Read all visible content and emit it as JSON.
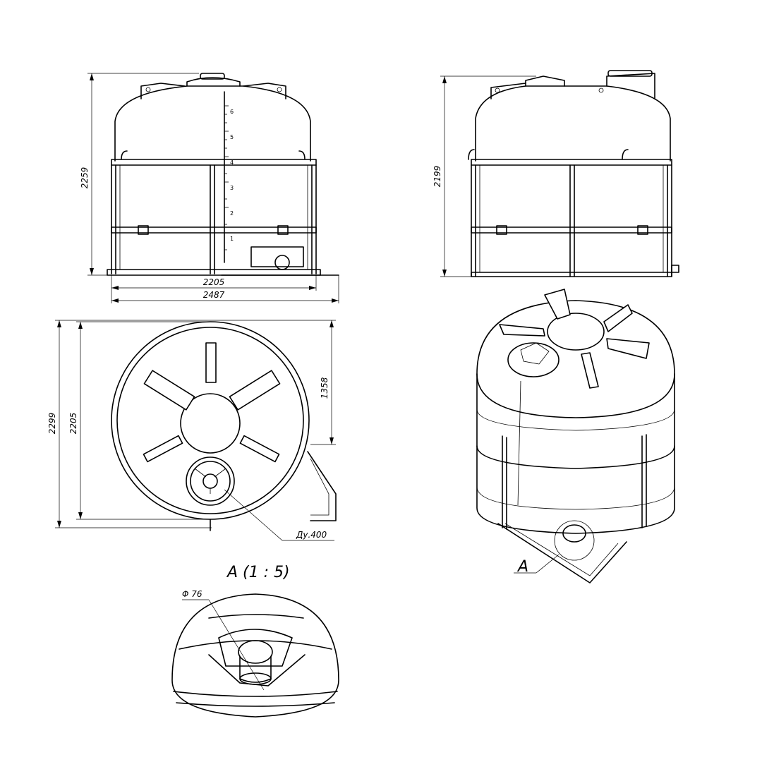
{
  "front_view": {
    "height_label": "2259",
    "width_inner_label": "2205",
    "width_outer_label": "2487",
    "scale_marks": [
      "1",
      "2",
      "3",
      "4",
      "5",
      "6"
    ]
  },
  "side_view": {
    "height_label": "2199"
  },
  "top_view": {
    "outer_label": "2299",
    "inner_label": "2205",
    "offset_label": "1358",
    "hatch_label": "Ду.400"
  },
  "iso_view": {
    "callout_label": "A"
  },
  "detail_view": {
    "title": "A (1 : 5)",
    "diameter_label": "Φ 76"
  }
}
